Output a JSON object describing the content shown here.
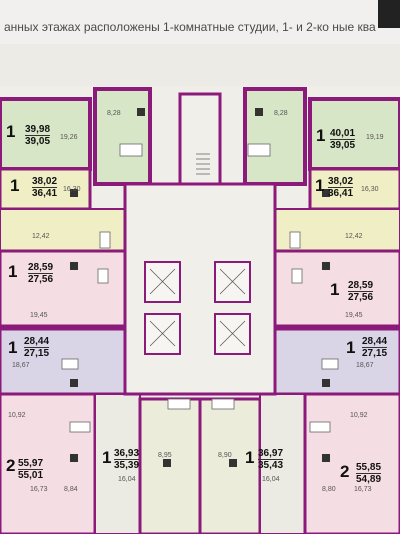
{
  "caption": "анных этажах расположены 1-комнатные студии, 1- и 2-ко      ные ква",
  "apartments": [
    {
      "rooms": "1",
      "total": "39,98",
      "living": "39,05"
    },
    {
      "rooms": "1",
      "total": "40,01",
      "living": "39,05"
    },
    {
      "rooms": "1",
      "total": "38,02",
      "living": "36,41"
    },
    {
      "rooms": "1",
      "total": "38,02",
      "living": "36,41"
    },
    {
      "rooms": "1",
      "total": "28,59",
      "living": "27,56"
    },
    {
      "rooms": "1",
      "total": "28,59",
      "living": "27,56"
    },
    {
      "rooms": "1",
      "total": "28,44",
      "living": "27,15"
    },
    {
      "rooms": "1",
      "total": "28,44",
      "living": "27,15"
    },
    {
      "rooms": "2",
      "total": "55,97",
      "living": "55,01"
    },
    {
      "rooms": "1",
      "total": "36,93",
      "living": "35,39"
    },
    {
      "rooms": "1",
      "total": "36,97",
      "living": "35,43"
    },
    {
      "rooms": "2",
      "total": "55,85",
      "living": "54,89"
    }
  ],
  "room_areas": {
    "a": "8,28",
    "b": "19,26",
    "c": "8,28",
    "d": "19,19",
    "e": "16,30",
    "f": "16,30",
    "g": "12,42",
    "h": "12,42",
    "i": "19,45",
    "j": "19,45",
    "k": "18,67",
    "l": "18,67",
    "m": "10,92",
    "n": "10,92",
    "o": "8,95",
    "p": "8,90",
    "q": "16,04",
    "r": "16,04",
    "s": "16,73",
    "t": "16,73",
    "u": "8,84",
    "v": "8,80"
  }
}
